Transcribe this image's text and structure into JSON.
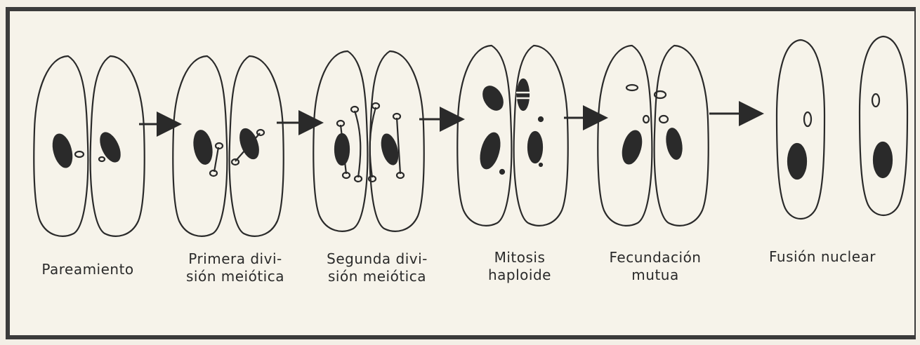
{
  "stages": [
    {
      "label_lines": [
        "Pareamiento"
      ]
    },
    {
      "label_lines": [
        "Primera divi-",
        "sión meiótica"
      ]
    },
    {
      "label_lines": [
        "Segunda divi-",
        "sión meiótica"
      ]
    },
    {
      "label_lines": [
        "Mitosis",
        "haploide"
      ]
    },
    {
      "label_lines": [
        "Fecundación",
        "mutua"
      ]
    },
    {
      "label_lines": [
        "Fusión nuclear"
      ]
    }
  ],
  "colors": {
    "ink": "#2a2a2a",
    "background": "#f6f3ea",
    "border": "#3b3b3b"
  }
}
